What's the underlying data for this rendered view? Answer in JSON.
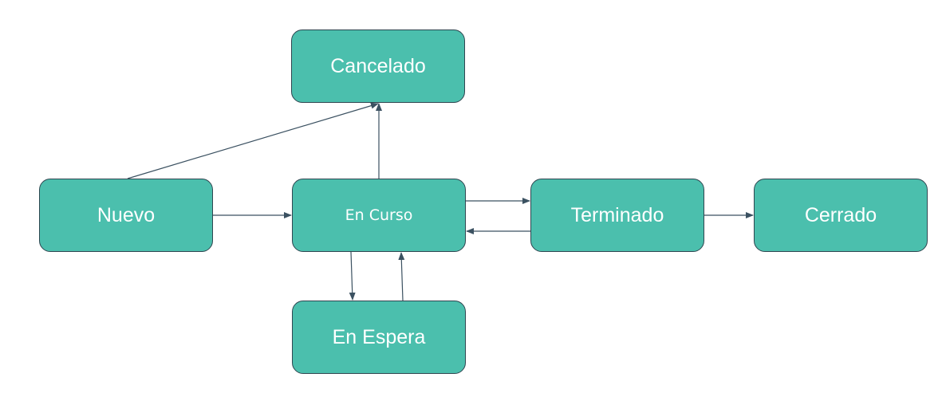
{
  "diagram": {
    "colors": {
      "node_fill": "#4bbfad",
      "node_border": "#2f4650",
      "node_text": "#ffffff",
      "edge": "#3b5161"
    },
    "nodes": {
      "cancelado": "Cancelado",
      "nuevo": "Nuevo",
      "en_curso": "En Curso",
      "terminado": "Terminado",
      "cerrado": "Cerrado",
      "en_espera": "En Espera"
    },
    "edges": [
      {
        "from": "nuevo",
        "to": "cancelado"
      },
      {
        "from": "en_curso",
        "to": "cancelado"
      },
      {
        "from": "nuevo",
        "to": "en_curso"
      },
      {
        "from": "en_curso",
        "to": "terminado"
      },
      {
        "from": "terminado",
        "to": "en_curso"
      },
      {
        "from": "terminado",
        "to": "cerrado"
      },
      {
        "from": "en_curso",
        "to": "en_espera"
      },
      {
        "from": "en_espera",
        "to": "en_curso"
      }
    ]
  }
}
